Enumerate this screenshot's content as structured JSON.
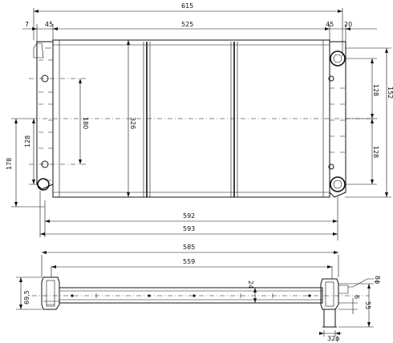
{
  "dimensions": {
    "overall_width": "615",
    "core_width": "525",
    "side_left_offset": "7",
    "side_left": "45",
    "side_right": "45",
    "side_right_offset": "20",
    "inlet_spacing": "152",
    "right_upper": "128",
    "right_lower": "128",
    "left_inner": "180",
    "core_height": "326",
    "left_lower": "128",
    "left_outer": "178",
    "bottom_592": "592",
    "bottom_593": "593",
    "top_view_585": "585",
    "top_view_559": "559",
    "top_view_depth": "24",
    "top_view_left": "69,5",
    "top_view_pipe_small": "8ϕ",
    "top_view_offset": "6",
    "top_view_55": "55",
    "top_view_pipe_large": "32ϕ"
  }
}
